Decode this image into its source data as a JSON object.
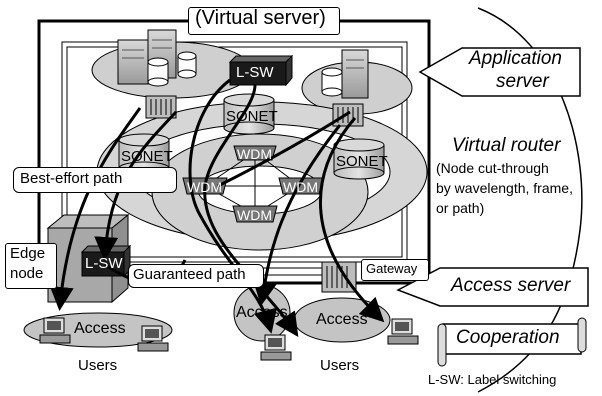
{
  "virtual_server": "(Virtual server)",
  "application_server": [
    "Application",
    "server"
  ],
  "virtual_router": "Virtual router",
  "virtual_router_note": [
    "(Node cut-through",
    "by wavelength, frame,",
    "or path)"
  ],
  "access_server": "Access server",
  "cooperation": "Cooperation",
  "lsw_legend": "L-SW: Label switching",
  "best_effort_path": "Best-effort path",
  "guaranteed_path": "Guaranteed path",
  "gateway": "Gateway",
  "edge_node": [
    "Edge",
    "node"
  ],
  "lsw": "L-SW",
  "sonet": "SONET",
  "wdm": "WDM",
  "access": "Access",
  "users": "Users",
  "icons": [
    "server-icon",
    "database-icon",
    "router-icon",
    "computer-icon",
    "gateway-icon",
    "switch-icon",
    "scroll-icon"
  ]
}
